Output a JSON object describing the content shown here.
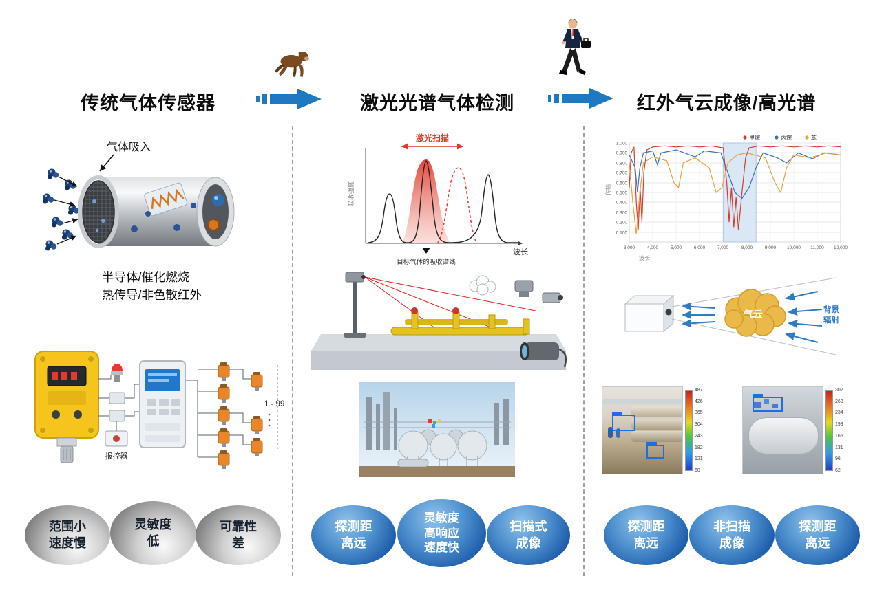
{
  "titles": {
    "col1": "传统气体传感器",
    "col2": "激光光谱气体检测",
    "col3": "红外气云成像/高光谱"
  },
  "colors": {
    "arrow_blue": "#1e79c0",
    "bubble_blue": "#1d5cab",
    "laser_red": "#e23b2e",
    "cloud_yellow": "#e9b94a"
  },
  "left": {
    "gas_label": "气体吸入",
    "caption_line1": "半导体/催化燃烧",
    "caption_line2": "热传导/非色散红外",
    "range_label": "1 - 99",
    "controller_label": "报控器",
    "bubbles": [
      {
        "lines": [
          "范围小",
          "速度慢"
        ]
      },
      {
        "lines": [
          "灵敏度",
          "低"
        ]
      },
      {
        "lines": [
          "可靠性",
          "差"
        ]
      }
    ]
  },
  "middle": {
    "spectrum": {
      "scan_label": "激光扫描",
      "ylabel": "吸收强度",
      "xlabel": "波长",
      "marker_label": "目标气体的吸收谱线"
    },
    "bubbles": [
      {
        "lines": [
          "探测距",
          "离远"
        ]
      },
      {
        "lines": [
          "灵敏度",
          "高响应",
          "速度快"
        ]
      },
      {
        "lines": [
          "扫描式",
          "成像"
        ]
      }
    ]
  },
  "right": {
    "chart": {
      "type": "line",
      "ylabel": "传输",
      "xlabel": "波长",
      "x_range": [
        3000,
        12000
      ],
      "y_range": [
        0,
        1
      ],
      "band_x": [
        7000,
        8400
      ],
      "yticks": [
        "1.000",
        "0.900",
        "0.800",
        "0.700",
        "0.600",
        "0.500",
        "0.400",
        "0.300",
        "0.200",
        "0.100"
      ],
      "xticks": [
        "3,000",
        "4,000",
        "5,000",
        "6,000",
        "7,000",
        "8,000",
        "9,000",
        "10,000",
        "11,000",
        "12,000"
      ],
      "series": [
        {
          "name": "甲烷",
          "color": "#d23b2e",
          "points": [
            [
              3000,
              0.55
            ],
            [
              3080,
              0.9
            ],
            [
              3200,
              0.96
            ],
            [
              3300,
              0.4
            ],
            [
              3380,
              0.12
            ],
            [
              3460,
              0.55
            ],
            [
              3540,
              0.2
            ],
            [
              3620,
              0.7
            ],
            [
              3750,
              0.93
            ],
            [
              4000,
              0.96
            ],
            [
              4500,
              0.97
            ],
            [
              5000,
              0.96
            ],
            [
              5500,
              0.97
            ],
            [
              6000,
              0.96
            ],
            [
              6500,
              0.97
            ],
            [
              7000,
              0.95
            ],
            [
              7150,
              0.6
            ],
            [
              7250,
              0.2
            ],
            [
              7350,
              0.55
            ],
            [
              7450,
              0.15
            ],
            [
              7550,
              0.45
            ],
            [
              7650,
              0.12
            ],
            [
              7800,
              0.5
            ],
            [
              7950,
              0.85
            ],
            [
              8100,
              0.95
            ],
            [
              8500,
              0.97
            ],
            [
              9000,
              0.96
            ],
            [
              9500,
              0.97
            ],
            [
              10000,
              0.96
            ],
            [
              10500,
              0.97
            ],
            [
              11000,
              0.96
            ],
            [
              11500,
              0.97
            ],
            [
              12000,
              0.96
            ]
          ]
        },
        {
          "name": "丙烷",
          "color": "#3a6fb5",
          "points": [
            [
              3000,
              0.88
            ],
            [
              3250,
              0.75
            ],
            [
              3350,
              0.5
            ],
            [
              3450,
              0.75
            ],
            [
              3600,
              0.9
            ],
            [
              4000,
              0.92
            ],
            [
              4200,
              0.78
            ],
            [
              4350,
              0.9
            ],
            [
              5000,
              0.93
            ],
            [
              5800,
              0.86
            ],
            [
              6200,
              0.92
            ],
            [
              6900,
              0.9
            ],
            [
              7200,
              0.7
            ],
            [
              7500,
              0.5
            ],
            [
              7800,
              0.44
            ],
            [
              8100,
              0.55
            ],
            [
              8400,
              0.75
            ],
            [
              8700,
              0.9
            ],
            [
              9300,
              0.85
            ],
            [
              9700,
              0.8
            ],
            [
              10200,
              0.9
            ],
            [
              10800,
              0.84
            ],
            [
              11300,
              0.9
            ],
            [
              12000,
              0.88
            ]
          ]
        },
        {
          "name": "苯",
          "color": "#e8a03a",
          "points": [
            [
              3000,
              0.8
            ],
            [
              3150,
              0.4
            ],
            [
              3300,
              0.08
            ],
            [
              3450,
              0.5
            ],
            [
              3600,
              0.8
            ],
            [
              4000,
              0.86
            ],
            [
              4600,
              0.82
            ],
            [
              4900,
              0.6
            ],
            [
              5100,
              0.55
            ],
            [
              5300,
              0.8
            ],
            [
              5800,
              0.85
            ],
            [
              6400,
              0.75
            ],
            [
              6700,
              0.5
            ],
            [
              6950,
              0.55
            ],
            [
              7200,
              0.8
            ],
            [
              7600,
              0.88
            ],
            [
              8000,
              0.9
            ],
            [
              8800,
              0.85
            ],
            [
              9200,
              0.6
            ],
            [
              9450,
              0.5
            ],
            [
              9700,
              0.75
            ],
            [
              10000,
              0.88
            ],
            [
              10700,
              0.85
            ],
            [
              11400,
              0.9
            ],
            [
              12000,
              0.88
            ]
          ]
        }
      ]
    },
    "cloud": {
      "label": "气云",
      "radiation": [
        "背景",
        "辐射"
      ]
    },
    "thermal": {
      "left_scale": [
        "487",
        "426",
        "365",
        "304",
        "243",
        "182",
        "121",
        "60"
      ],
      "right_scale": [
        "302",
        "268",
        "234",
        "199",
        "165",
        "131",
        "96",
        "62"
      ]
    },
    "bubbles": [
      {
        "lines": [
          "探测距",
          "离远"
        ]
      },
      {
        "lines": [
          "非扫描",
          "成像"
        ]
      },
      {
        "lines": [
          "探测距",
          "离远"
        ]
      }
    ]
  }
}
